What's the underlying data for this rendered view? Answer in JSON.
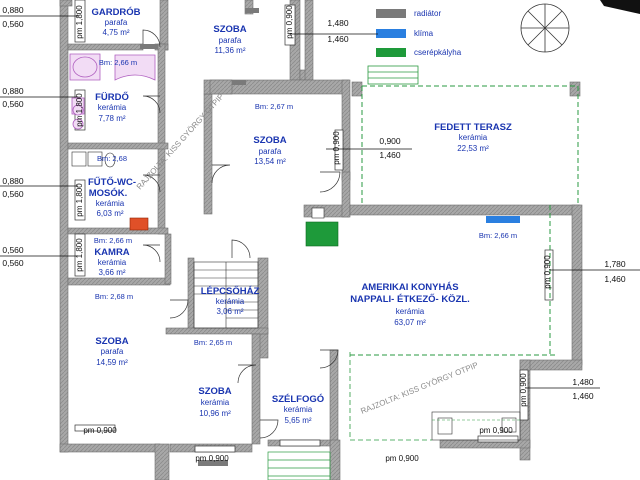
{
  "legend": {
    "items": [
      {
        "label": "radiátor",
        "color": "#7a7a7a"
      },
      {
        "label": "klíma",
        "color": "#2a7fe0"
      },
      {
        "label": "cserépkályha",
        "color": "#1e9a3a"
      }
    ]
  },
  "rooms": {
    "gardrob": {
      "name": "GARDRÓB",
      "floor": "parafa",
      "area": "4,75 m²"
    },
    "szoba1": {
      "name": "SZOBA",
      "floor": "parafa",
      "area": "11,36 m²"
    },
    "furdo": {
      "name": "FÜRDŐ",
      "floor": "kerámia",
      "area": "7,78 m²"
    },
    "szoba2": {
      "name": "SZOBA",
      "floor": "parafa",
      "area": "13,54 m²"
    },
    "terasz": {
      "name": "FEDETT TERASZ",
      "floor": "kerámia",
      "area": "22,53 m²"
    },
    "futo": {
      "name": "FŰTŐ-WC-",
      "name2": "MOSÓK.",
      "floor": "kerámia",
      "area": "6,03 m²"
    },
    "kamra": {
      "name": "KAMRA",
      "floor": "kerámia",
      "area": "3,66 m²"
    },
    "lepcsohaz": {
      "name": "LÉPCSŐHÁZ",
      "floor": "kerámia",
      "area": "3,06 m²"
    },
    "nappali": {
      "name": "AMERIKAI KONYHÁS",
      "name2": "NAPPALI- ÉTKEZŐ- KÖZL.",
      "floor": "kerámia",
      "area": "63,07 m²"
    },
    "szoba3": {
      "name": "SZOBA",
      "floor": "parafa",
      "area": "14,59 m²"
    },
    "szoba4": {
      "name": "SZOBA",
      "floor": "kerámia",
      "area": "10,96 m²"
    },
    "szelfogo": {
      "name": "SZÉLFOGÓ",
      "floor": "kerámia",
      "area": "5,65 m²"
    }
  },
  "bm_labels": [
    "Bm: 2,66 m",
    "Bm: 2,67 m",
    "Bm: 2,68",
    "Bm: 2,66 m",
    "Bm: 2,66 m",
    "Bm: 2,68 m",
    "Bm: 2,65 m"
  ],
  "window_dims": {
    "left1": [
      "0,880",
      "0,560"
    ],
    "left2": [
      "0,880",
      "0,560"
    ],
    "left3": [
      "0,880",
      "0,560"
    ],
    "left4": [
      "0,560",
      "0,560"
    ],
    "top_right": [
      "1,480",
      "1,460"
    ],
    "terasz_door": [
      "0,900",
      "1,460"
    ],
    "right1": [
      "1,780",
      "1,460"
    ],
    "right2": [
      "1,480",
      "1,460"
    ]
  },
  "pm_labels": [
    "pm 1,800",
    "pm 0,900",
    "pm 0,900",
    "pm 1,800",
    "pm 1,800",
    "pm 1,800",
    "pm 0,900",
    "pm 0,900",
    "pm 0,900",
    "pm 0,900",
    "pm 0,900",
    "pm 0,900"
  ],
  "watermark": "RAJZOLTA: KISS GYÖRGY OTPIP"
}
